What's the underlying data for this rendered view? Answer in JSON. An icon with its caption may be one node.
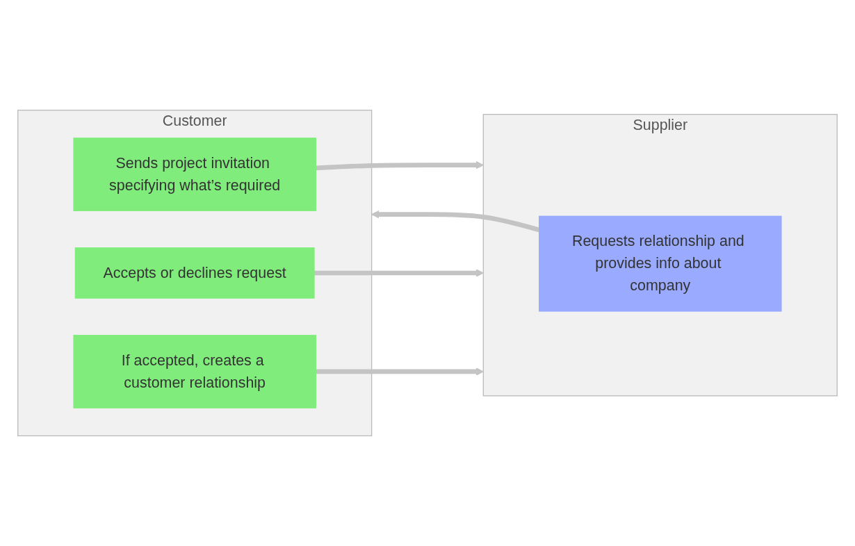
{
  "diagram": {
    "nodes": [
      {
        "text": [
          "Customer"
        ]
      },
      {
        "text": [
          "Supplier"
        ]
      },
      {
        "text": [
          "Sends project invitation specifying what’s required"
        ],
        "in": 0
      },
      {
        "text": [
          "Requests relationship and provides info about company"
        ],
        "in": 1
      },
      {
        "text": [
          "Accepts or declines request"
        ],
        "in": 0
      },
      {
        "text": [
          "If accepted, creates a customer relationship"
        ],
        "in": 0
      }
    ],
    "edges": [
      {
        "from": 2,
        "to": 1,
        "arrow": "to"
      },
      {
        "from": 3,
        "to": 0,
        "arrow": "to"
      },
      {
        "from": 4,
        "to": 1,
        "arrow": "to"
      },
      {
        "from": 5,
        "to": 1,
        "arrow": "to"
      }
    ]
  }
}
